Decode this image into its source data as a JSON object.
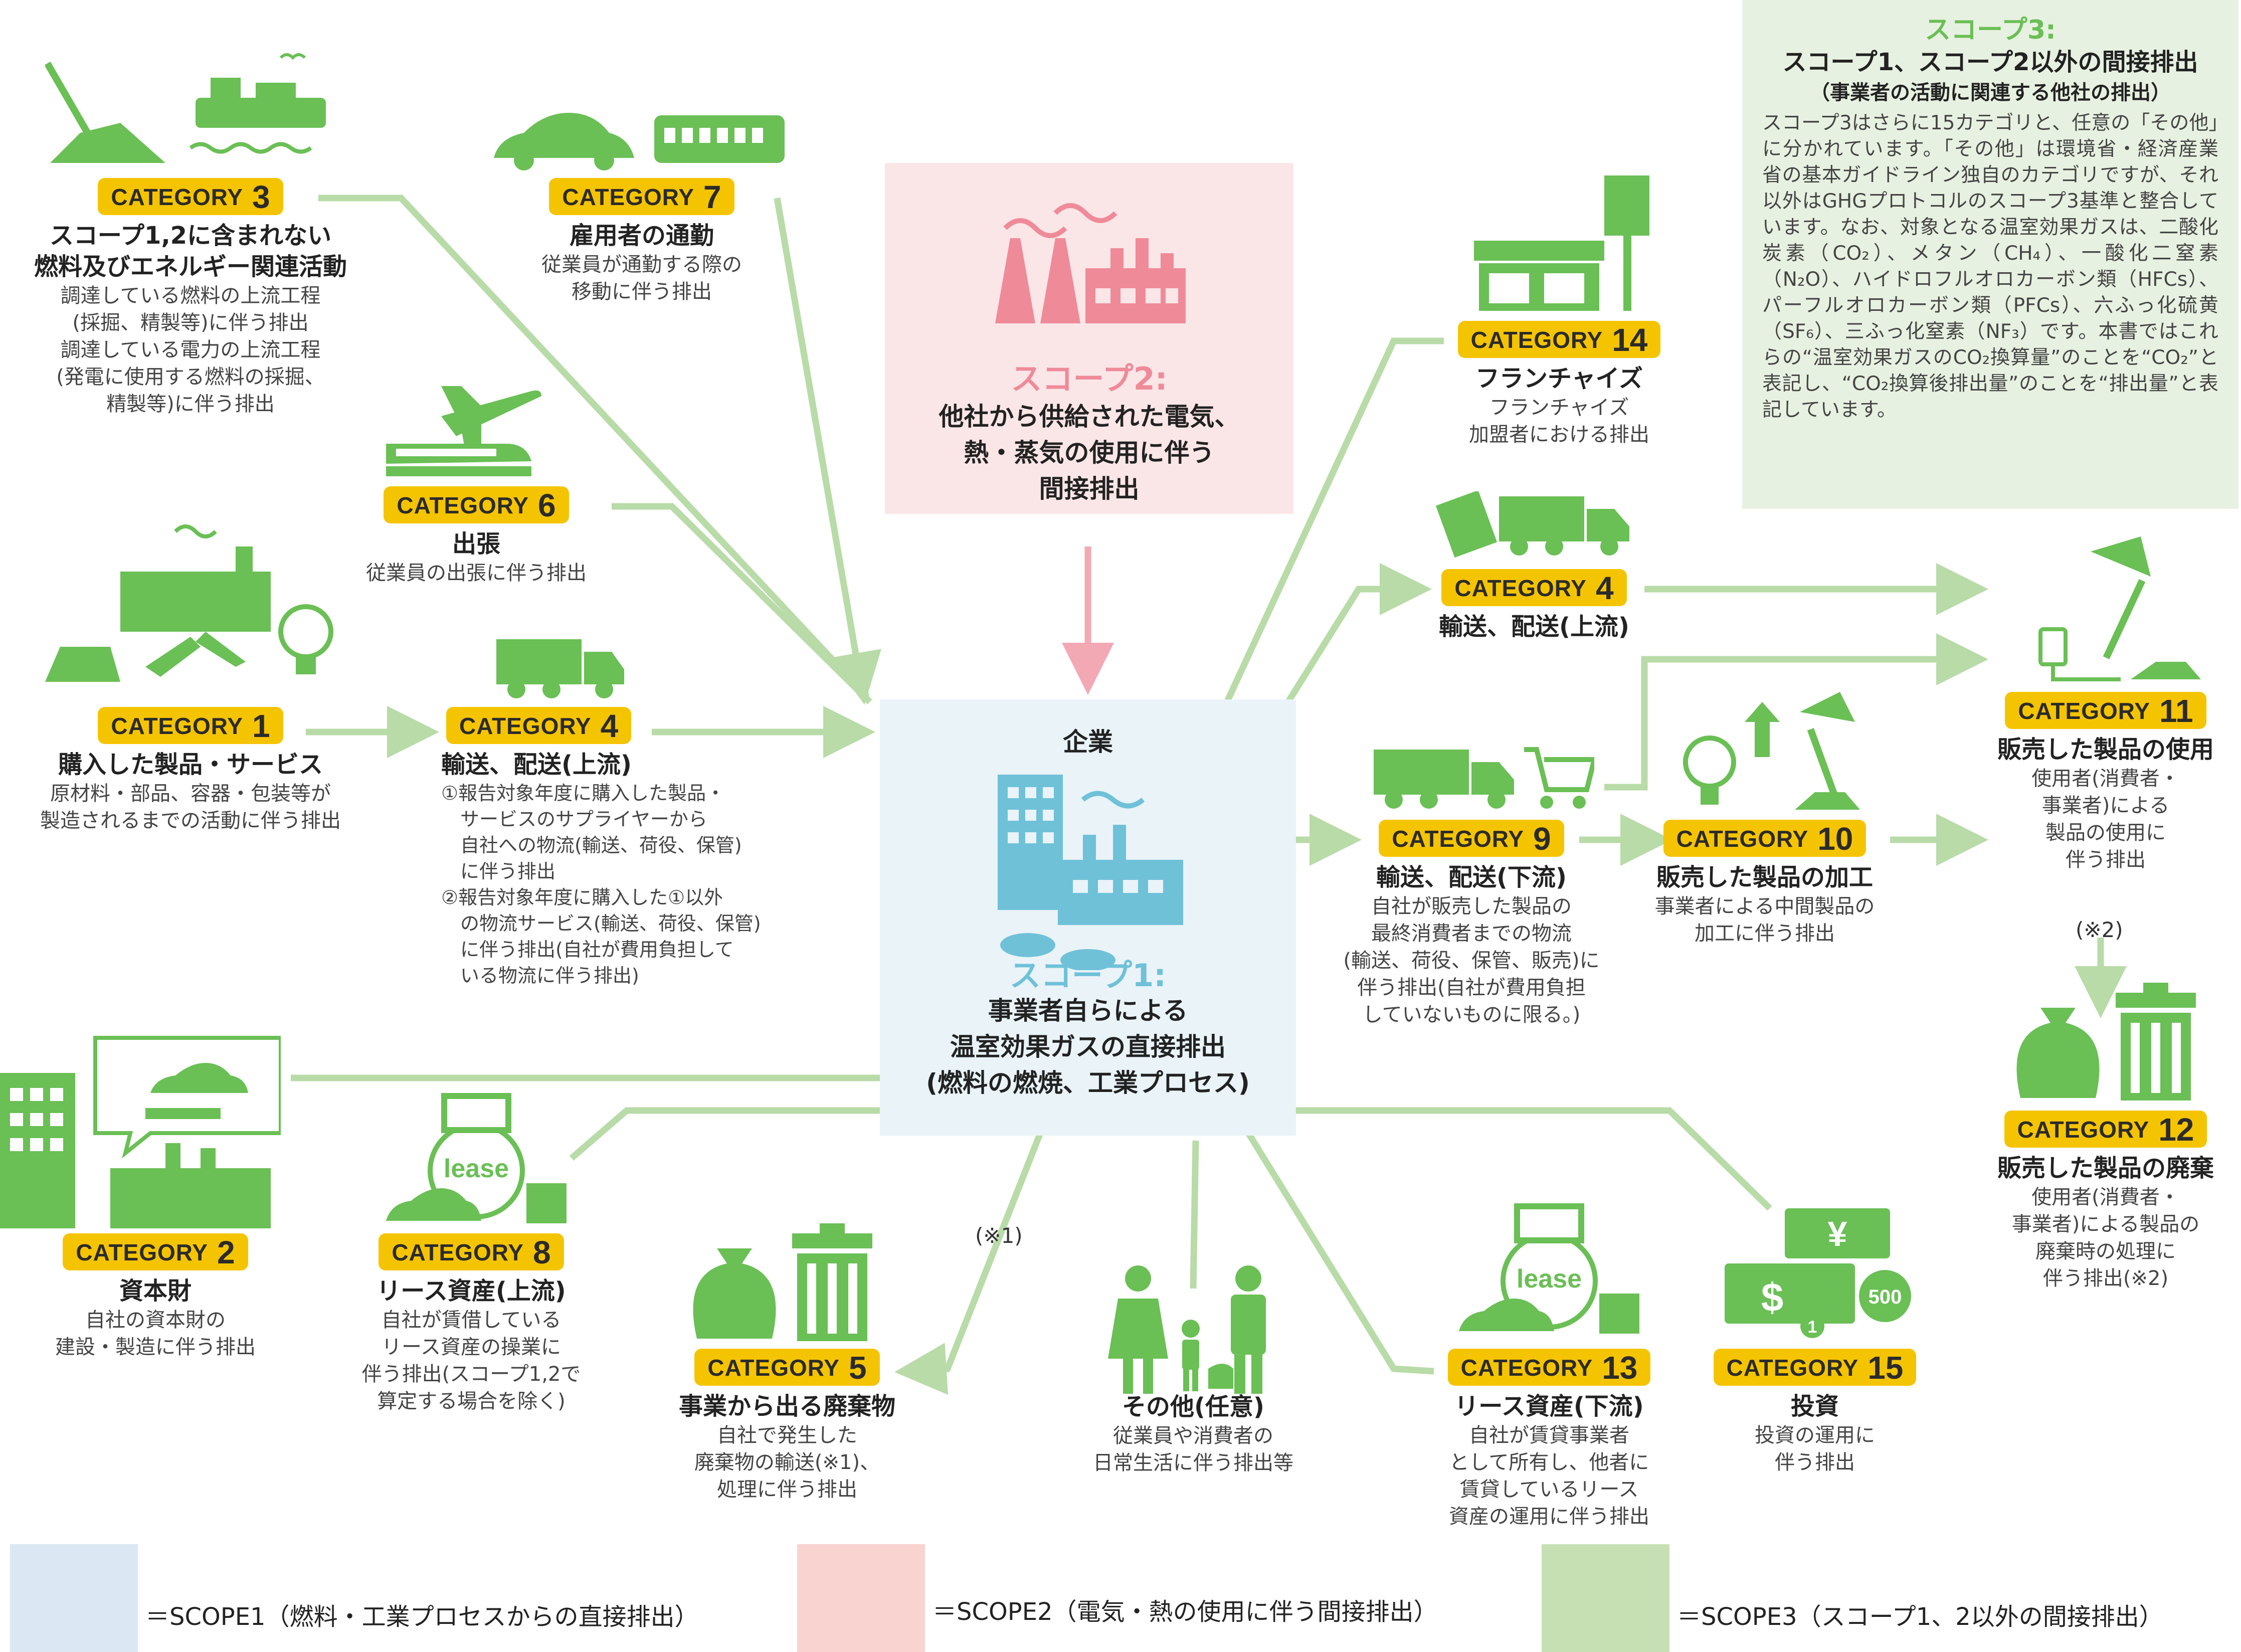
{
  "colors": {
    "scope1_bg": "#e9f3f8",
    "scope1_accent": "#6fc1d8",
    "scope2_bg": "#fbe6e7",
    "scope2_accent": "#ef8a99",
    "scope3_bg": "#e7f1e1",
    "scope3_accent": "#8fc86f",
    "icon_green": "#6abf55",
    "badge_yellow": "#f5c400",
    "line_green": "#b8dba8",
    "line_pink": "#f3a9b4"
  },
  "scope3_box": {
    "title": "スコープ3:",
    "subtitle": "スコープ1、スコープ2以外の間接排出",
    "subtitle2": "（事業者の活動に関連する他社の排出）",
    "body": "スコープ3はさらに15カテゴリと、任意の「その他」に分かれています。「その他」は環境省・経済産業省の基本ガイドライン独自のカテゴリですが、それ以外はGHGプロトコルのスコープ3基準と整合しています。なお、対象となる温室効果ガスは、二酸化炭素（CO₂）、メタン（CH₄）、一酸化二窒素（N₂O）、ハイドロフルオロカーボン類（HFCs）、パーフルオロカーボン類（PFCs）、六ふっ化硫黄（SF₆）、三ふっ化窒素（NF₃）です。本書ではこれらの“温室効果ガスのCO₂換算量”のことを“CO₂”と表記し、“CO₂換算後排出量”のことを“排出量”と表記しています。"
  },
  "scope2": {
    "title": "スコープ2:",
    "body": "他社から供給された電気、\n熱・蒸気の使用に伴う\n間接排出",
    "icon": "factory-icon"
  },
  "scope1": {
    "label": "企業",
    "title": "スコープ1:",
    "body": "事業者自らによる\n温室効果ガスの直接排出\n(燃料の燃焼、工業プロセス)",
    "icon": "company-building-icon"
  },
  "badge_label": "CATEGORY",
  "categories": {
    "c1": {
      "num": "1",
      "title": "購入した製品・サービス",
      "desc": "原材料・部品、容器・包装等が\n製造されるまでの活動に伴う排出",
      "icon": "factory-resources-icon"
    },
    "c2": {
      "num": "2",
      "title": "資本財",
      "desc": "自社の資本財の\n建設・製造に伴う排出",
      "icon": "capital-goods-icon"
    },
    "c3": {
      "num": "3",
      "title": "スコープ1,2に含まれない\n燃料及びエネルギー関連活動",
      "desc": "調達している燃料の上流工程\n(採掘、精製等)に伴う排出\n調達している電力の上流工程\n(発電に使用する燃料の採掘、\n精製等)に伴う排出",
      "icon": "mining-tanker-icon"
    },
    "c4a": {
      "num": "4",
      "title": "輸送、配送(上流)",
      "desc": "①報告対象年度に購入した製品・\n　サービスのサプライヤーから\n　自社への物流(輸送、荷役、保管)\n　に伴う排出\n②報告対象年度に購入した①以外\n　の物流サービス(輸送、荷役、保管)\n　に伴う排出(自社が費用負担して\n　いる物流に伴う排出)",
      "icon": "truck-icon"
    },
    "c4b": {
      "num": "4",
      "title": "輸送、配送(上流)",
      "icon": "truck-icon"
    },
    "c5": {
      "num": "5",
      "title": "事業から出る廃棄物",
      "desc": "自社で発生した\n廃棄物の輸送(※1)、\n処理に伴う排出",
      "icon": "waste-bag-bin-icon"
    },
    "c6": {
      "num": "6",
      "title": "出張",
      "desc": "従業員の出張に伴う排出",
      "icon": "airplane-train-icon"
    },
    "c7": {
      "num": "7",
      "title": "雇用者の通勤",
      "desc": "従業員が通勤する際の\n移動に伴う排出",
      "icon": "car-train-icon"
    },
    "c8": {
      "num": "8",
      "title": "リース資産(上流)",
      "desc": "自社が賃借している\nリース資産の操業に\n伴う排出(スコープ1,2で\n算定する場合を除く)",
      "icon": "lease-icon"
    },
    "c9": {
      "num": "9",
      "title": "輸送、配送(下流)",
      "desc": "自社が販売した製品の\n最終消費者までの物流\n(輸送、荷役、保管、販売)に\n伴う排出(自社が費用負担\nしていないものに限る。)",
      "icon": "truck-cart-icon"
    },
    "c10": {
      "num": "10",
      "title": "販売した製品の加工",
      "desc": "事業者による中間製品の\n加工に伴う排出",
      "icon": "lamp-bulb-icon"
    },
    "c11": {
      "num": "11",
      "title": "販売した製品の使用",
      "desc": "使用者(消費者・\n事業者)による\n製品の使用に\n伴う排出",
      "icon": "desk-lamp-icon"
    },
    "c12": {
      "num": "12",
      "title": "販売した製品の廃棄",
      "desc": "使用者(消費者・\n事業者)による製品の\n廃棄時の処理に\n伴う排出(※2)",
      "icon": "waste-bag-bin-icon"
    },
    "c13": {
      "num": "13",
      "title": "リース資産(下流)",
      "desc": "自社が賃貸事業者\nとして所有し、他者に\n賃貸しているリース\n資産の運用に伴う排出",
      "icon": "lease-icon"
    },
    "c14": {
      "num": "14",
      "title": "フランチャイズ",
      "desc": "フランチャイズ\n加盟者における排出",
      "icon": "store-icon"
    },
    "c15": {
      "num": "15",
      "title": "投資",
      "desc": "投資の運用に\n伴う排出",
      "icon": "money-icon"
    }
  },
  "other": {
    "title": "その他(任意)",
    "desc": "従業員や消費者の\n日常生活に伴う排出等",
    "icon": "family-icon"
  },
  "notes": {
    "n1": "(※1)",
    "n2": "(※2)"
  },
  "icon_text": {
    "lease": "lease",
    "yen": "¥",
    "dollar": "$",
    "coin_500": "500",
    "coin_1": "1"
  },
  "legend": [
    {
      "label": "＝SCOPE1（燃料・工業プロセスからの直接排出）",
      "color": "#dbe8f3"
    },
    {
      "label": "＝SCOPE2（電気・熱の使用に伴う間接排出）",
      "color": "#f8d3cf"
    },
    {
      "label": "＝SCOPE3（スコープ1、2以外の間接排出）",
      "color": "#c6e0b4"
    }
  ]
}
